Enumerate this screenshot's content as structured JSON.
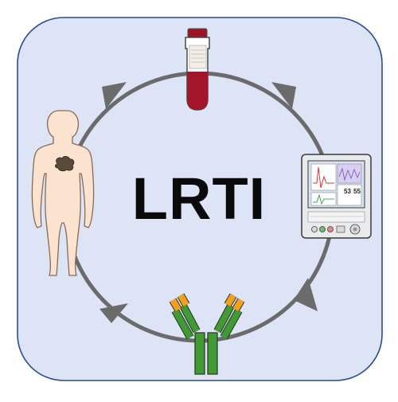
{
  "title": "LRTI",
  "tube_label": "",
  "monitor": {
    "value_1": "53",
    "value_2": "55"
  },
  "colors": {
    "card_fill": "#dce4f5",
    "card_border": "#2c4b95",
    "cycle": "#6b6b6b",
    "blood": "#a3162a",
    "body_fill": "#fbe3cf",
    "body_stroke": "#8a6a55",
    "antibody_green": "#3f9b32",
    "antibody_orange": "#f2a21a",
    "monitor_body": "#e9eaec",
    "screen": "#d7e3f4"
  },
  "icons": [
    "human-body-icon",
    "blood-tube-icon",
    "patient-monitor-icon",
    "antibody-icon"
  ]
}
